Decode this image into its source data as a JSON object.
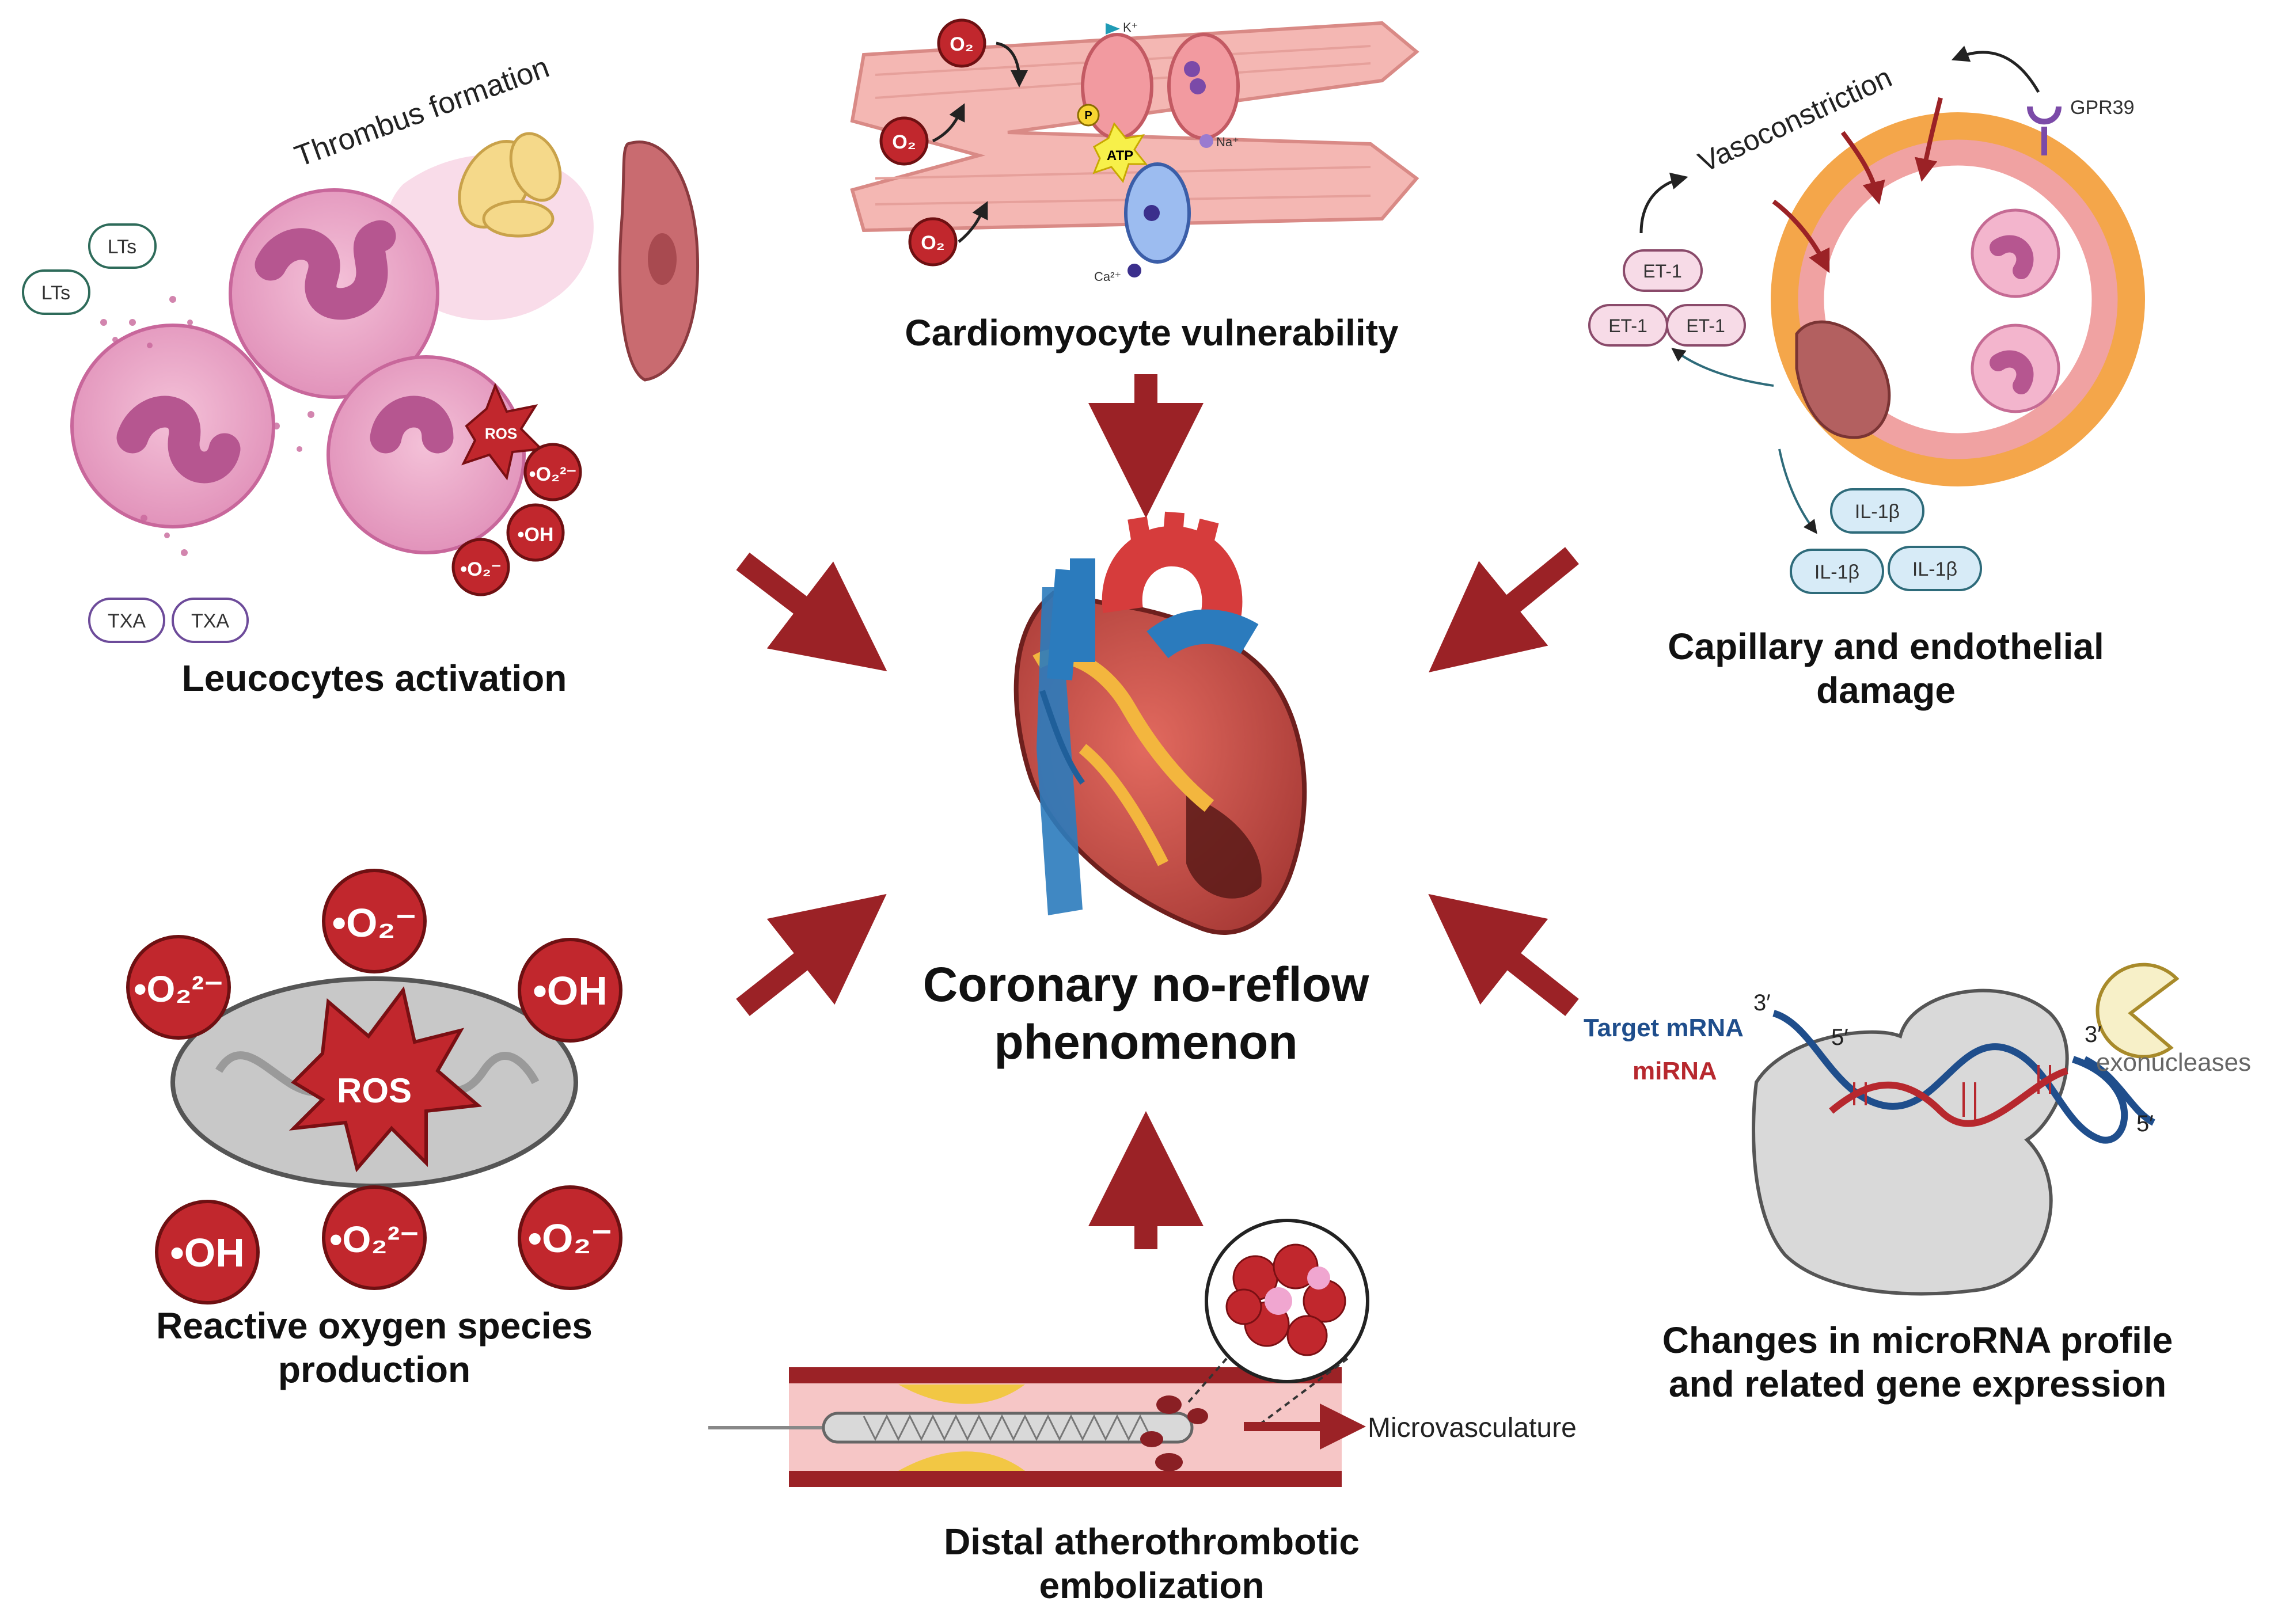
{
  "center": {
    "line1": "Coronary no-reflow",
    "line2": "phenomenon"
  },
  "panels": {
    "leucocytes": {
      "title": "Leucocytes activation",
      "thrombus": "Thrombus formation",
      "ros": "ROS",
      "lts": "LTs",
      "txa": "TXA"
    },
    "cardiomyocyte": {
      "title": "Cardiomyocyte vulnerability",
      "o2": "O₂",
      "k": "K⁺",
      "na": "Na⁺",
      "ca": "Ca²⁺",
      "atp": "ATP",
      "p": "P"
    },
    "capillary": {
      "title_line1": "Capillary and endothelial",
      "title_line2": "damage",
      "vasoconstriction": "Vasoconstriction",
      "gpr39": "GPR39",
      "et1": "ET-1",
      "il1b": "IL-1β"
    },
    "ros_production": {
      "title_line1": "Reactive oxygen species",
      "title_line2": "production",
      "ros": "ROS",
      "superoxide": "•O₂⁻",
      "peroxide": "•O₂²⁻",
      "hydroxyl": "•OH"
    },
    "embolization": {
      "title_line1": "Distal atherothrombotic",
      "title_line2": "embolization",
      "microvasculature": "Microvasculature"
    },
    "microrna": {
      "title_line1": "Changes in microRNA profile",
      "title_line2": "and related gene expression",
      "target_mrna": "Target mRNA",
      "mirna": "miRNA",
      "exonucleases": "exonucleases",
      "three_prime": "3′",
      "five_prime": "5′"
    }
  },
  "colors": {
    "arrow": "#9b2226",
    "ros_red": "#c1272d",
    "title": "#111111",
    "mrna_blue": "#1f4e8c",
    "mirna_red": "#b7282e"
  }
}
